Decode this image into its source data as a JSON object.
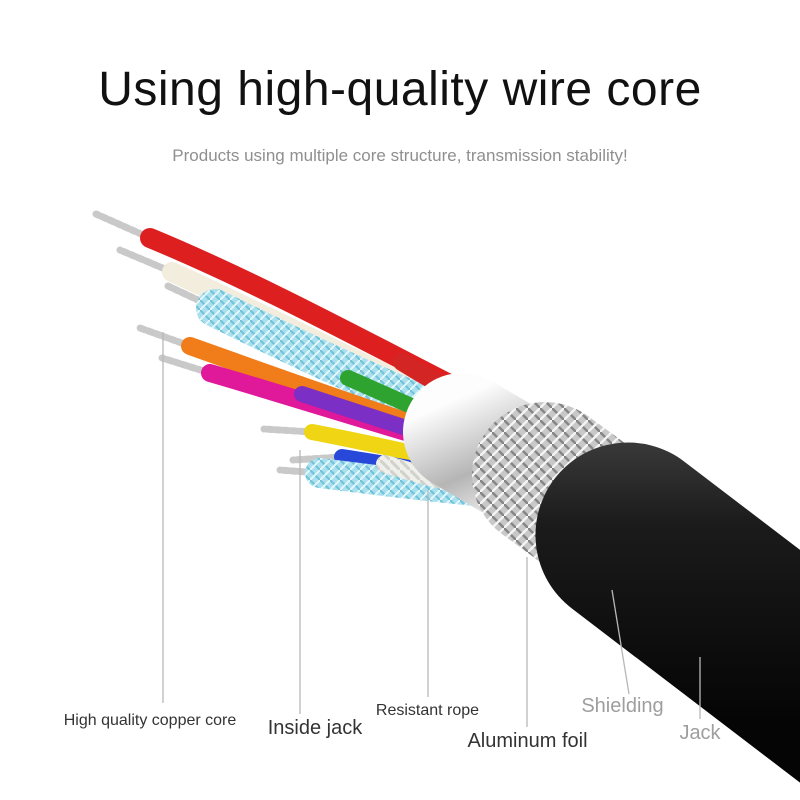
{
  "title": "Using high-quality wire core",
  "subtitle": "Products using multiple core structure, transmission stability!",
  "callouts": [
    {
      "id": "copper-core",
      "text": "High quality copper core"
    },
    {
      "id": "inside-jack",
      "text": "Inside jack"
    },
    {
      "id": "resistant-rope",
      "text": "Resistant rope"
    },
    {
      "id": "aluminum-foil",
      "text": "Aluminum foil"
    },
    {
      "id": "shielding",
      "text": "Shielding"
    },
    {
      "id": "jack",
      "text": "Jack"
    }
  ],
  "colors": {
    "background": "#ffffff",
    "title_text": "#111111",
    "subtitle_text": "#8f8f8f",
    "label_dark": "#333333",
    "label_gray": "#9e9e9e",
    "cable_jacket": "#141414",
    "shield_mesh_base": "#c8c8c8",
    "foil_silver": "#d9d9d9",
    "braid_blue": "#aadfee",
    "rope_white": "#efefec",
    "copper_strand_silver": "#c9c9c9",
    "leader_line": "#b8b8b8",
    "wire_colors": [
      "#dd1f1f",
      "#f2eddd",
      "#f07c1a",
      "#e0189a",
      "#7c2fc4",
      "#2fa32f",
      "#d42525",
      "#efd513",
      "#2748d8"
    ]
  }
}
